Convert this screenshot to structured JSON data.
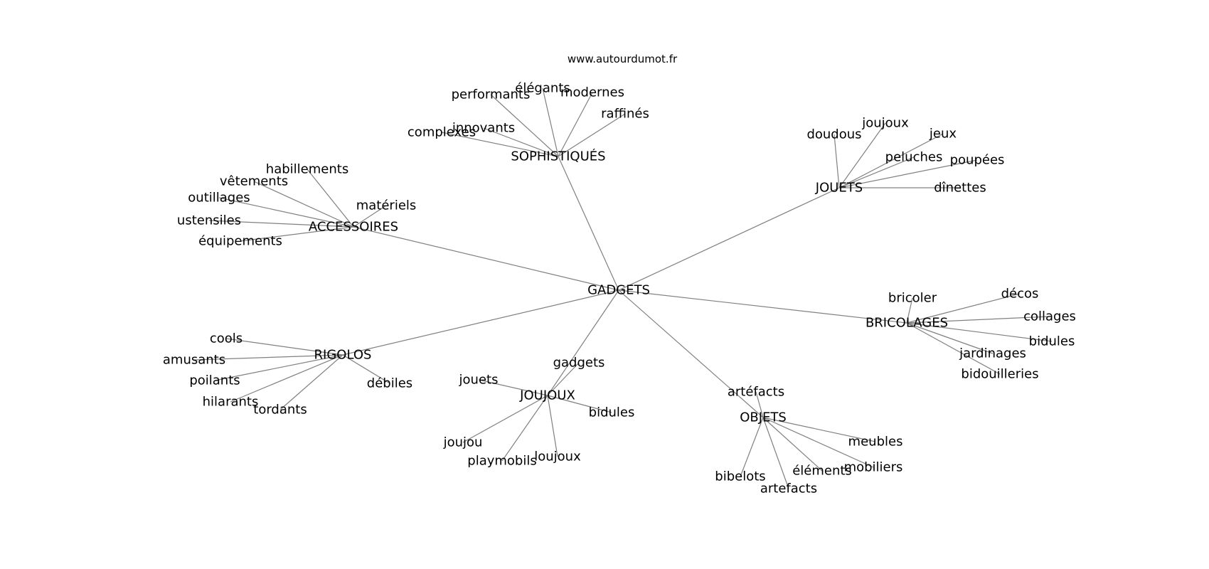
{
  "site": "www.autourdumot.fr",
  "center": "GADGETS",
  "clusters": [
    {
      "id": "sophistiques",
      "label": "SOPHISTIQUÉS",
      "children": [
        "complexes",
        "innovants",
        "performants",
        "élégants",
        "modernes",
        "raffinés"
      ]
    },
    {
      "id": "jouets",
      "label": "JOUETS",
      "children": [
        "doudous",
        "joujoux",
        "jeux",
        "peluches",
        "poupées",
        "dînettes"
      ]
    },
    {
      "id": "accessoires",
      "label": "ACCESSOIRES",
      "children": [
        "habillements",
        "vêtements",
        "outillages",
        "ustensiles",
        "équipements",
        "matériels"
      ]
    },
    {
      "id": "bricolages",
      "label": "BRICOLAGES",
      "children": [
        "bricoler",
        "décos",
        "collages",
        "bidules",
        "jardinages",
        "bidouilleries"
      ]
    },
    {
      "id": "rigolos",
      "label": "RIGOLOS",
      "children": [
        "cools",
        "amusants",
        "poilants",
        "hilarants",
        "tordants",
        "débiles"
      ]
    },
    {
      "id": "joujoux",
      "label": "JOUJOUX",
      "children": [
        "gadgets",
        "jouets",
        "bidules",
        "joujou",
        "playmobils",
        "loujoux"
      ]
    },
    {
      "id": "objets",
      "label": "OBJETS",
      "children": [
        "artéfacts",
        "meubles",
        "mobiliers",
        "éléments",
        "bibelots",
        "artefacts"
      ]
    }
  ]
}
